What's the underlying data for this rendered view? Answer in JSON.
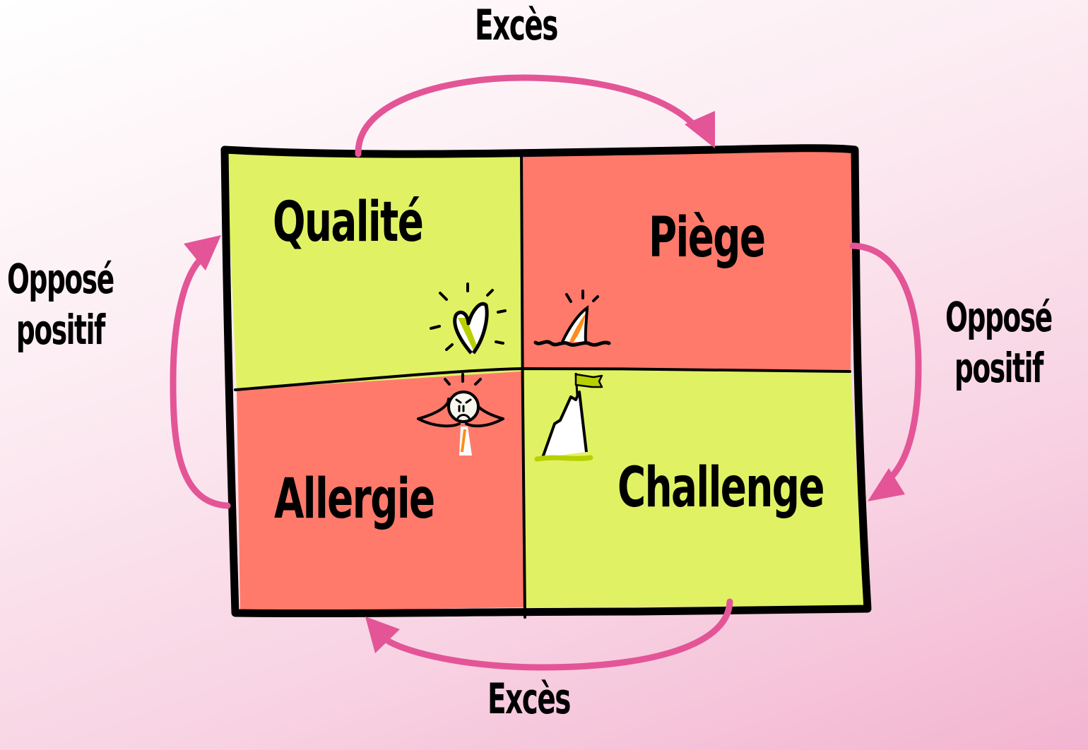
{
  "colors": {
    "background_start": "#ffffff",
    "background_end": "#f3b4d0",
    "quality_fill": "#e0f263",
    "trap_fill": "#ff7a6b",
    "allergy_fill": "#ff7a6b",
    "challenge_fill": "#e0f263",
    "arrow": "#e35597",
    "outline": "#000000",
    "accent_orange": "#ff8c1a",
    "accent_green": "#b8d000"
  },
  "quadrants": {
    "top_left": {
      "label": "Qualité",
      "icon": "heart-icon"
    },
    "top_right": {
      "label": "Piège",
      "icon": "shark-fin-icon"
    },
    "bottom_left": {
      "label": "Allergie",
      "icon": "frustrated-person-icon"
    },
    "bottom_right": {
      "label": "Challenge",
      "icon": "mountain-flag-icon"
    }
  },
  "arrows": {
    "top": {
      "label": "Excès",
      "from": "Qualité",
      "to": "Piège"
    },
    "right": {
      "label_line1": "Opposé",
      "label_line2": "positif",
      "from": "Piège",
      "to": "Challenge"
    },
    "bottom": {
      "label": "Excès",
      "from": "Challenge",
      "to": "Allergie"
    },
    "left": {
      "label_line1": "Opposé",
      "label_line2": "positif",
      "from": "Allergie",
      "to": "Qualité"
    }
  }
}
